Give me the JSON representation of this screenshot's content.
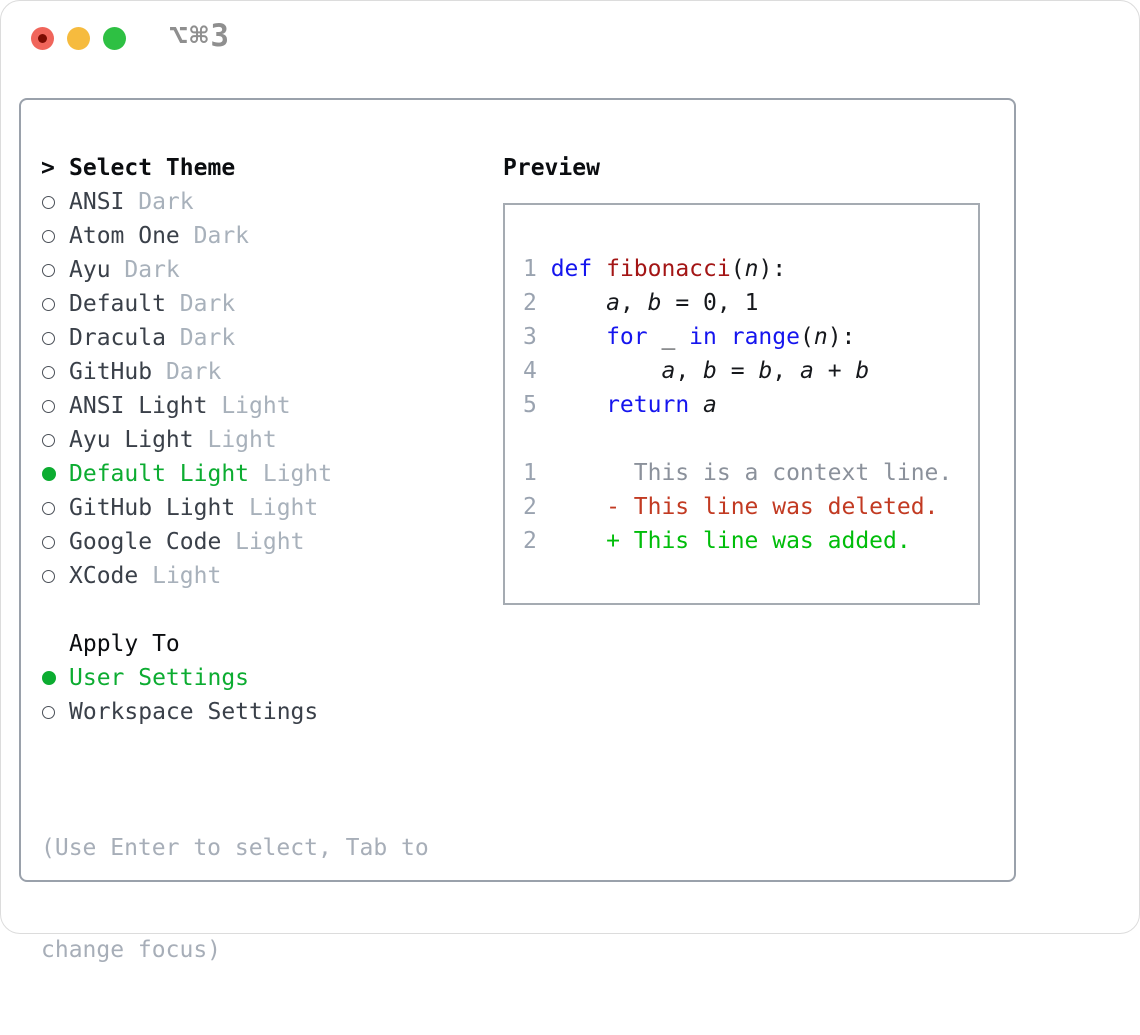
{
  "window": {
    "title": "⌥⌘3"
  },
  "theme_section": {
    "prompt": ">",
    "title": "Select Theme",
    "themes": [
      {
        "name": "ANSI",
        "variant": "Dark",
        "selected": false
      },
      {
        "name": "Atom One",
        "variant": "Dark",
        "selected": false
      },
      {
        "name": "Ayu",
        "variant": "Dark",
        "selected": false
      },
      {
        "name": "Default",
        "variant": "Dark",
        "selected": false
      },
      {
        "name": "Dracula",
        "variant": "Dark",
        "selected": false
      },
      {
        "name": "GitHub",
        "variant": "Dark",
        "selected": false
      },
      {
        "name": "ANSI Light",
        "variant": "Light",
        "selected": false
      },
      {
        "name": "Ayu Light",
        "variant": "Light",
        "selected": false
      },
      {
        "name": "Default Light",
        "variant": "Light",
        "selected": true
      },
      {
        "name": "GitHub Light",
        "variant": "Light",
        "selected": false
      },
      {
        "name": "Google Code",
        "variant": "Light",
        "selected": false
      },
      {
        "name": "XCode",
        "variant": "Light",
        "selected": false
      }
    ]
  },
  "apply_section": {
    "title": "Apply To",
    "options": [
      {
        "label": "User Settings",
        "selected": true
      },
      {
        "label": "Workspace Settings",
        "selected": false
      }
    ]
  },
  "help": {
    "line1": "(Use Enter to select, Tab to",
    "line2": "change focus)"
  },
  "preview": {
    "title": "Preview",
    "code_lines": [
      {
        "num": "1",
        "tokens": [
          [
            "def",
            "kw"
          ],
          [
            " ",
            "pl"
          ],
          [
            "fibonacci",
            "fn"
          ],
          [
            "(",
            "pl"
          ],
          [
            "n",
            "var"
          ],
          [
            "):",
            "pl"
          ]
        ]
      },
      {
        "num": "2",
        "tokens": [
          [
            "    ",
            "pl"
          ],
          [
            "a",
            "var"
          ],
          [
            ", ",
            "pl"
          ],
          [
            "b",
            "var"
          ],
          [
            " = 0, 1",
            "pl"
          ]
        ]
      },
      {
        "num": "3",
        "tokens": [
          [
            "    ",
            "pl"
          ],
          [
            "for",
            "kw"
          ],
          [
            " _ ",
            "pl"
          ],
          [
            "in",
            "kw"
          ],
          [
            " ",
            "pl"
          ],
          [
            "range",
            "kw"
          ],
          [
            "(",
            "pl"
          ],
          [
            "n",
            "var"
          ],
          [
            "):",
            "pl"
          ]
        ]
      },
      {
        "num": "4",
        "tokens": [
          [
            "        ",
            "pl"
          ],
          [
            "a",
            "var"
          ],
          [
            ", ",
            "pl"
          ],
          [
            "b",
            "var"
          ],
          [
            " = ",
            "pl"
          ],
          [
            "b",
            "var"
          ],
          [
            ", ",
            "pl"
          ],
          [
            "a",
            "var"
          ],
          [
            " + ",
            "pl"
          ],
          [
            "b",
            "var"
          ]
        ]
      },
      {
        "num": "5",
        "tokens": [
          [
            "    ",
            "pl"
          ],
          [
            "return",
            "kw"
          ],
          [
            " ",
            "pl"
          ],
          [
            "a",
            "var"
          ]
        ]
      },
      {
        "num": "",
        "tokens": []
      },
      {
        "num": "1",
        "tokens": [
          [
            "      This is a context line.",
            "ctx"
          ]
        ]
      },
      {
        "num": "2",
        "tokens": [
          [
            "    - This line was deleted.",
            "del"
          ]
        ]
      },
      {
        "num": "2",
        "tokens": [
          [
            "    + This line was added.",
            "add"
          ]
        ]
      }
    ]
  },
  "colors": {
    "selection_green": "#0cac31",
    "keyword_blue": "#1515ee",
    "function_red": "#a31515",
    "code_black": "#16181c",
    "context_gray": "#8b919b",
    "deleted_red": "#c23a22",
    "added_green": "#00bd0a",
    "line_number_gray": "#9aa3b0",
    "muted_gray": "#a7aeb8",
    "item_text": "#3a4049",
    "item_suffix": "#a8b1bb",
    "panel_border": "#9aa1ab",
    "preview_border": "#a5abb2",
    "title_gray": "#8f8f8f",
    "traffic_red": "#f0655b",
    "traffic_red_dot": "#7c0b02",
    "traffic_yellow": "#f6bb3e",
    "traffic_green": "#2ec043"
  }
}
